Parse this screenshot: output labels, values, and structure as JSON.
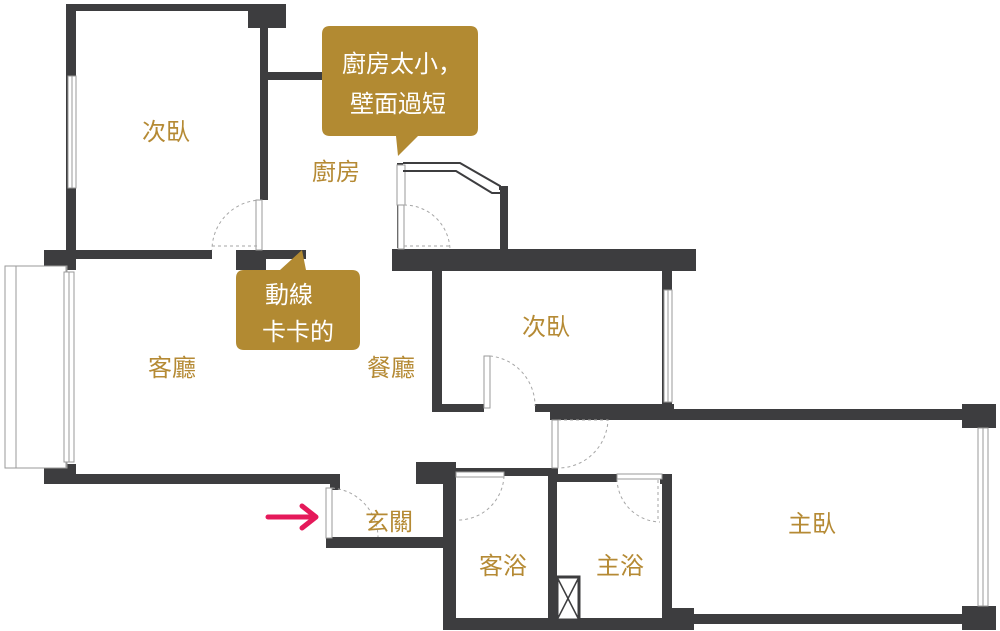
{
  "colors": {
    "wall": "#3d3d3f",
    "label": "#b58a34",
    "callout_bg": "#b28a32",
    "callout_text": "#ffffff",
    "entry_arrow": "#e5195a"
  },
  "rooms": {
    "bedroom_top_left": "次臥",
    "kitchen": "廚房",
    "bedroom_middle": "次臥",
    "living_room": "客廳",
    "dining_room": "餐廳",
    "foyer": "玄關",
    "guest_bath": "客浴",
    "master_bath": "主浴",
    "master_bedroom": "主臥"
  },
  "callouts": {
    "kitchen_note_line1": "廚房太小，",
    "kitchen_note_line2": "壁面過短",
    "circulation_note_line1": "動線",
    "circulation_note_line2": "卡卡的"
  },
  "icons": {
    "entry": "entry-arrow-icon",
    "shaft": "duct-shaft-icon"
  }
}
